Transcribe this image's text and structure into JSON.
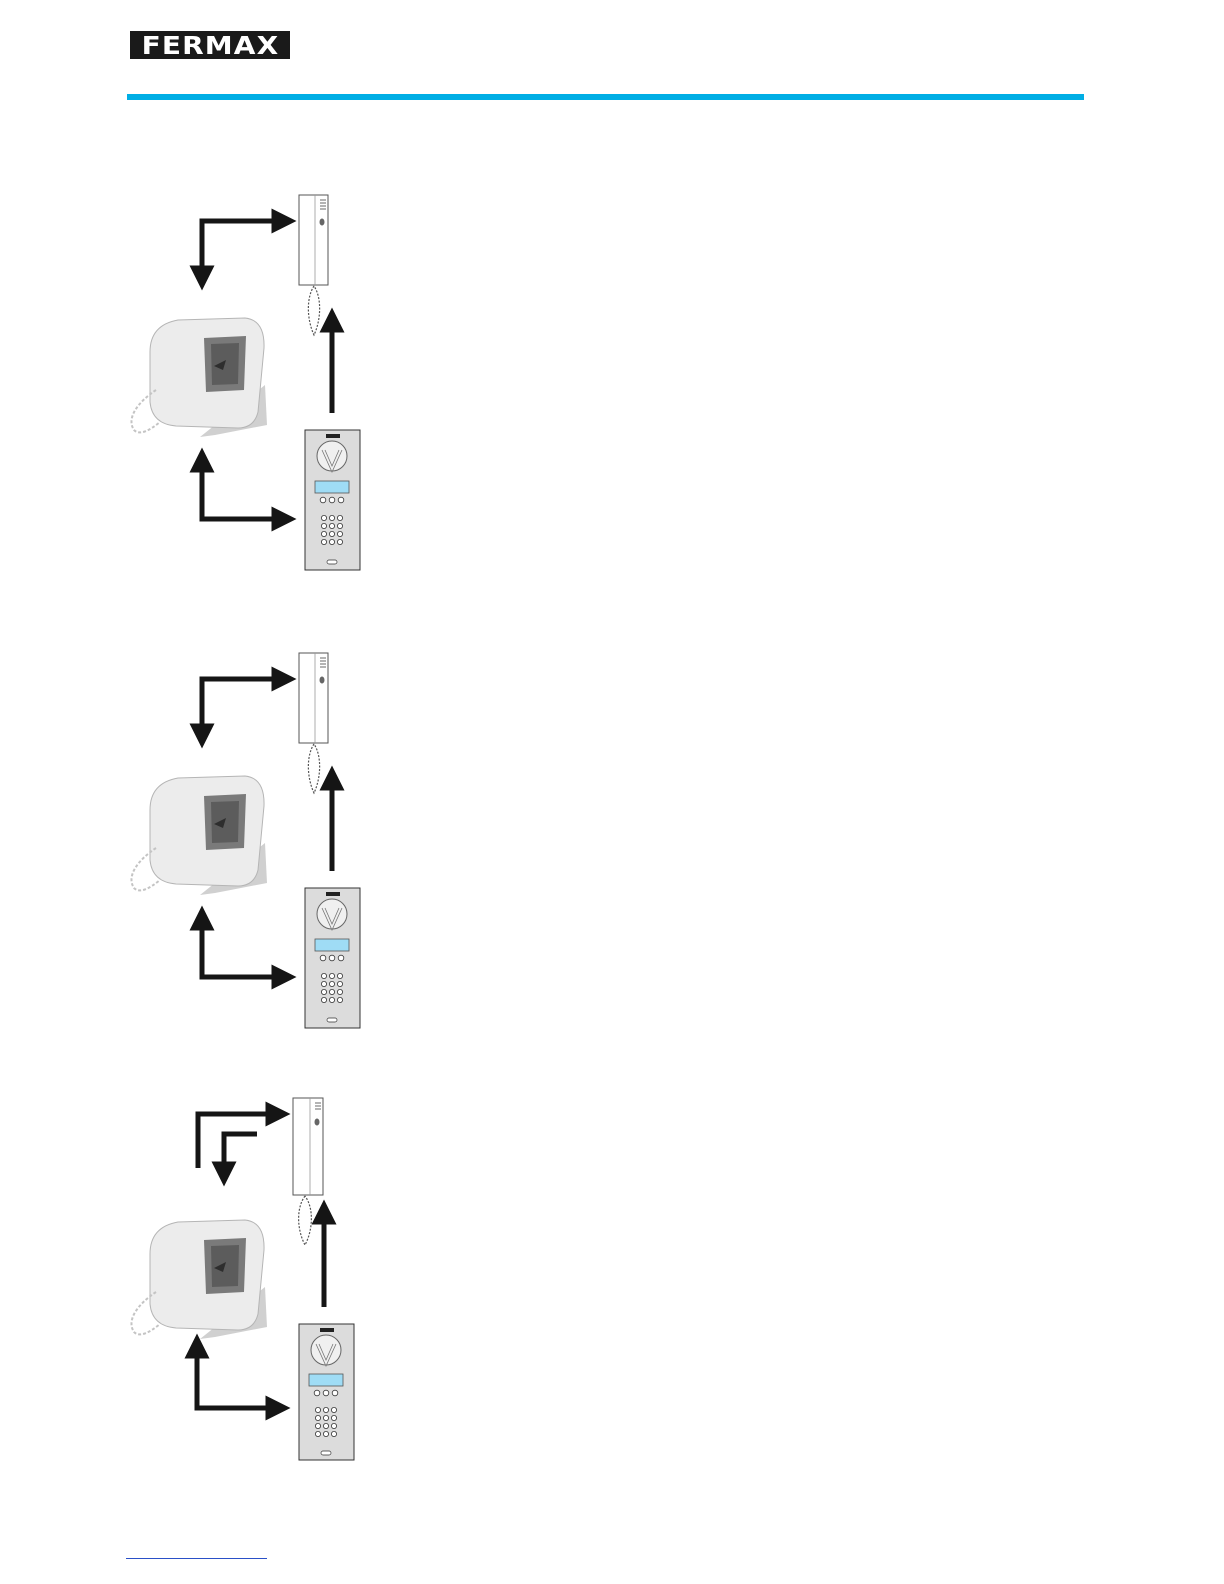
{
  "header": {
    "brand_name": "FERMAX",
    "accent_color": "#00aee5"
  },
  "diagrams": [
    {
      "name": "diagram-1"
    },
    {
      "name": "diagram-2"
    },
    {
      "name": "diagram-3"
    }
  ],
  "footer": {
    "link_rule_color": "#2a50c8"
  },
  "icons": [
    "monitor-icon",
    "telephone-icon",
    "door-panel-icon",
    "arrow-icon"
  ]
}
